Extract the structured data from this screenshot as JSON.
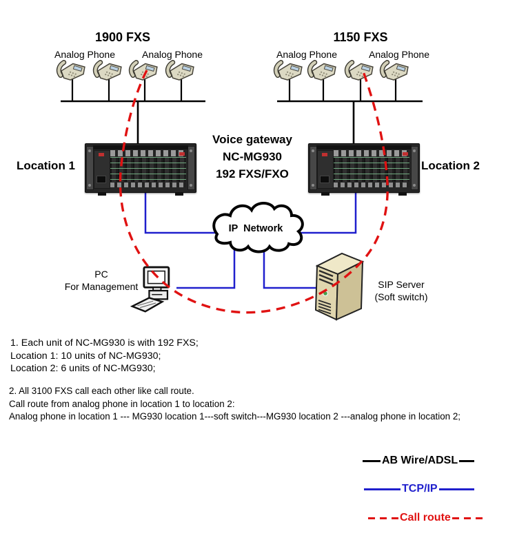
{
  "groups": {
    "left": {
      "title": "1900 FXS",
      "label1": "Analog Phone",
      "label2": "Analog Phone"
    },
    "right": {
      "title": "1150 FXS",
      "label1": "Analog Phone",
      "label2": "Analog Phone"
    }
  },
  "gateway": {
    "caption1": "Voice gateway",
    "caption2": "NC-MG930",
    "caption3": "192 FXS/FXO",
    "location1": "Location 1",
    "location2": "Location 2"
  },
  "network": {
    "cloud_label": "IP  Network"
  },
  "pc": {
    "line1": "PC",
    "line2": "For Management"
  },
  "sip": {
    "line1": "SIP Server",
    "line2": "(Soft switch)"
  },
  "notes": {
    "n1a": "1. Each unit of NC-MG930 is with 192 FXS;",
    "n1b": "Location 1: 10 units of NC-MG930;",
    "n1c": "Location 2: 6 units of NC-MG930;",
    "n2a": "2. All 3100 FXS call each other like call route.",
    "n2b": "Call route from analog phone in location 1 to location 2:",
    "n2c": "Analog phone in location 1 --- MG930 location 1---soft switch---MG930 location 2 ---analog phone in location 2;"
  },
  "legend": {
    "ab_wire": "AB Wire/ADSL",
    "tcpip": "TCP/IP",
    "call_route": "Call route"
  },
  "colors": {
    "tcp_blue": "#1f1fcd",
    "route_red": "#e01212",
    "wire_black": "#000000",
    "background": "#ffffff"
  }
}
